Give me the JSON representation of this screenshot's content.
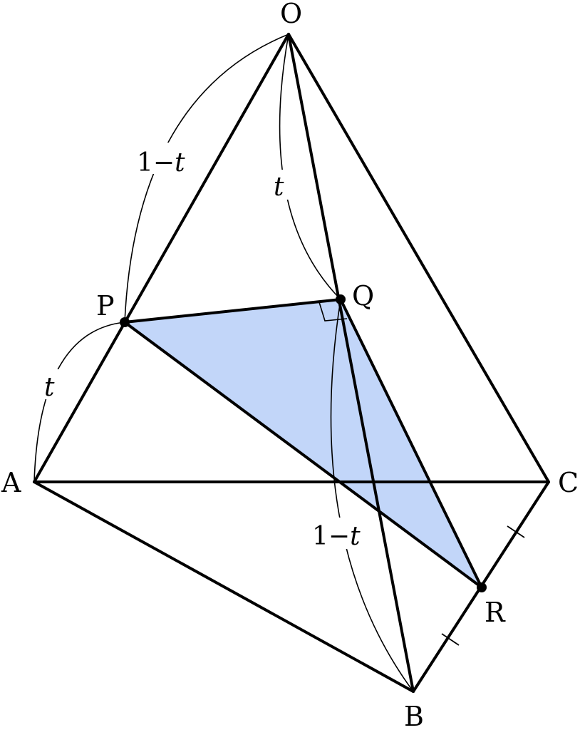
{
  "diagram": {
    "points": {
      "O": "O",
      "A": "A",
      "B": "B",
      "C": "C",
      "P": "P",
      "Q": "Q",
      "R": "R"
    },
    "lengths": {
      "op_prefix": "1−",
      "op_var": "t",
      "pa_var": "t",
      "oq_var": "t",
      "qb_prefix": "1−",
      "qb_var": "t"
    },
    "colors": {
      "face_fill": "#c2d6f9",
      "line": "#000000"
    }
  }
}
